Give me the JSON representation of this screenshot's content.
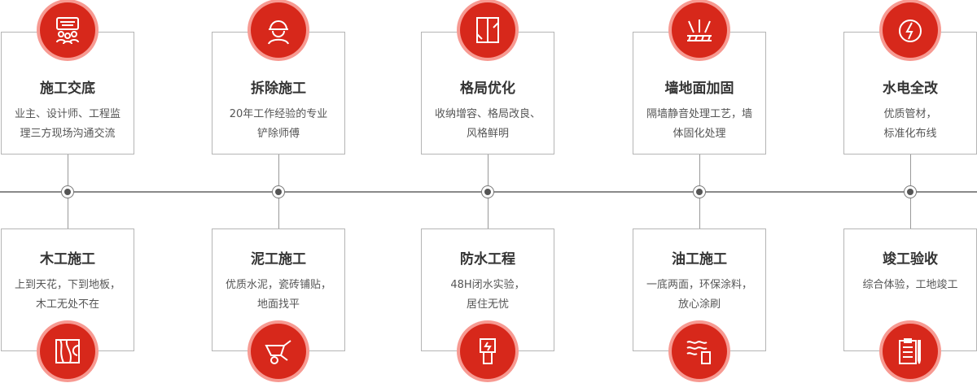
{
  "steps_top": [
    {
      "title": "施工交底",
      "lines": [
        "业主、设计师、工程监",
        "理三方现场沟通交流"
      ],
      "icon": "meeting-icon"
    },
    {
      "title": "拆除施工",
      "lines": [
        "20年工作经验的专业",
        "铲除师傅"
      ],
      "icon": "worker-helmet-icon"
    },
    {
      "title": "格局优化",
      "lines": [
        "收纳增容、格局改良、",
        "风格鲜明"
      ],
      "icon": "door-layout-icon"
    },
    {
      "title": "墙地面加固",
      "lines": [
        "隔墙静音处理工艺，墙",
        "体固化处理"
      ],
      "icon": "wall-reinforce-icon"
    },
    {
      "title": "水电全改",
      "lines": [
        "优质管材，",
        "标准化布线"
      ],
      "icon": "water-electric-icon"
    }
  ],
  "steps_bottom": [
    {
      "title": "木工施工",
      "lines": [
        "上到天花，下到地板，",
        "木工无处不在"
      ],
      "icon": "wood-grain-icon"
    },
    {
      "title": "泥工施工",
      "lines": [
        "优质水泥，瓷砖铺贴，",
        "地面找平"
      ],
      "icon": "wheelbarrow-icon"
    },
    {
      "title": "防水工程",
      "lines": [
        "48H闭水实验，",
        "居住无忧"
      ],
      "icon": "waterproof-icon"
    },
    {
      "title": "油工施工",
      "lines": [
        "一底两面，环保涂料，",
        "放心涂刷"
      ],
      "icon": "paint-roller-icon"
    },
    {
      "title": "竣工验收",
      "lines": [
        "综合体验，工地竣工"
      ],
      "icon": "checklist-icon"
    }
  ],
  "colors": {
    "accent": "#d7281b",
    "ring": "#f79a92"
  }
}
